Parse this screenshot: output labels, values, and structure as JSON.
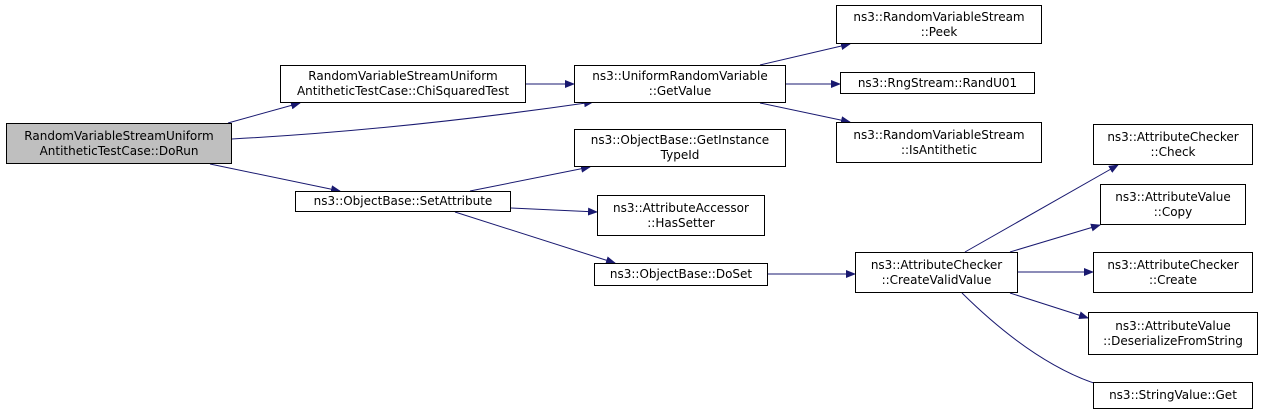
{
  "colors": {
    "edge": "#191970",
    "node_border": "#000000",
    "node_fill": "#ffffff",
    "active_fill": "#bfbfbf"
  },
  "nodes": [
    {
      "id": "dorun",
      "lines": [
        "RandomVariableStreamUniform",
        "AntitheticTestCase::DoRun"
      ],
      "active": true
    },
    {
      "id": "chisq",
      "lines": [
        "RandomVariableStreamUniform",
        "AntitheticTestCase::ChiSquaredTest"
      ]
    },
    {
      "id": "setattr",
      "lines": [
        "ns3::ObjectBase::SetAttribute"
      ]
    },
    {
      "id": "getvalue",
      "lines": [
        "ns3::UniformRandomVariable",
        "::GetValue"
      ]
    },
    {
      "id": "getinst",
      "lines": [
        "ns3::ObjectBase::GetInstance",
        "TypeId"
      ]
    },
    {
      "id": "hassetter",
      "lines": [
        "ns3::AttributeAccessor",
        "::HasSetter"
      ]
    },
    {
      "id": "doset",
      "lines": [
        "ns3::ObjectBase::DoSet"
      ]
    },
    {
      "id": "peek",
      "lines": [
        "ns3::RandomVariableStream",
        "::Peek"
      ]
    },
    {
      "id": "randu01",
      "lines": [
        "ns3::RngStream::RandU01"
      ]
    },
    {
      "id": "isanti",
      "lines": [
        "ns3::RandomVariableStream",
        "::IsAntithetic"
      ]
    },
    {
      "id": "cvv",
      "lines": [
        "ns3::AttributeChecker",
        "::CreateValidValue"
      ]
    },
    {
      "id": "check",
      "lines": [
        "ns3::AttributeChecker",
        "::Check"
      ]
    },
    {
      "id": "copy",
      "lines": [
        "ns3::AttributeValue",
        "::Copy"
      ]
    },
    {
      "id": "create",
      "lines": [
        "ns3::AttributeChecker",
        "::Create"
      ]
    },
    {
      "id": "deser",
      "lines": [
        "ns3::AttributeValue",
        "::DeserializeFromString"
      ]
    },
    {
      "id": "strget",
      "lines": [
        "ns3::StringValue::Get"
      ]
    }
  ],
  "edges": [
    [
      "dorun",
      "chisq"
    ],
    [
      "dorun",
      "getvalue"
    ],
    [
      "dorun",
      "setattr"
    ],
    [
      "chisq",
      "getvalue"
    ],
    [
      "getvalue",
      "peek"
    ],
    [
      "getvalue",
      "randu01"
    ],
    [
      "getvalue",
      "isanti"
    ],
    [
      "setattr",
      "getinst"
    ],
    [
      "setattr",
      "hassetter"
    ],
    [
      "setattr",
      "doset"
    ],
    [
      "doset",
      "cvv"
    ],
    [
      "cvv",
      "check"
    ],
    [
      "cvv",
      "copy"
    ],
    [
      "cvv",
      "create"
    ],
    [
      "cvv",
      "deser"
    ],
    [
      "cvv",
      "strget"
    ]
  ]
}
